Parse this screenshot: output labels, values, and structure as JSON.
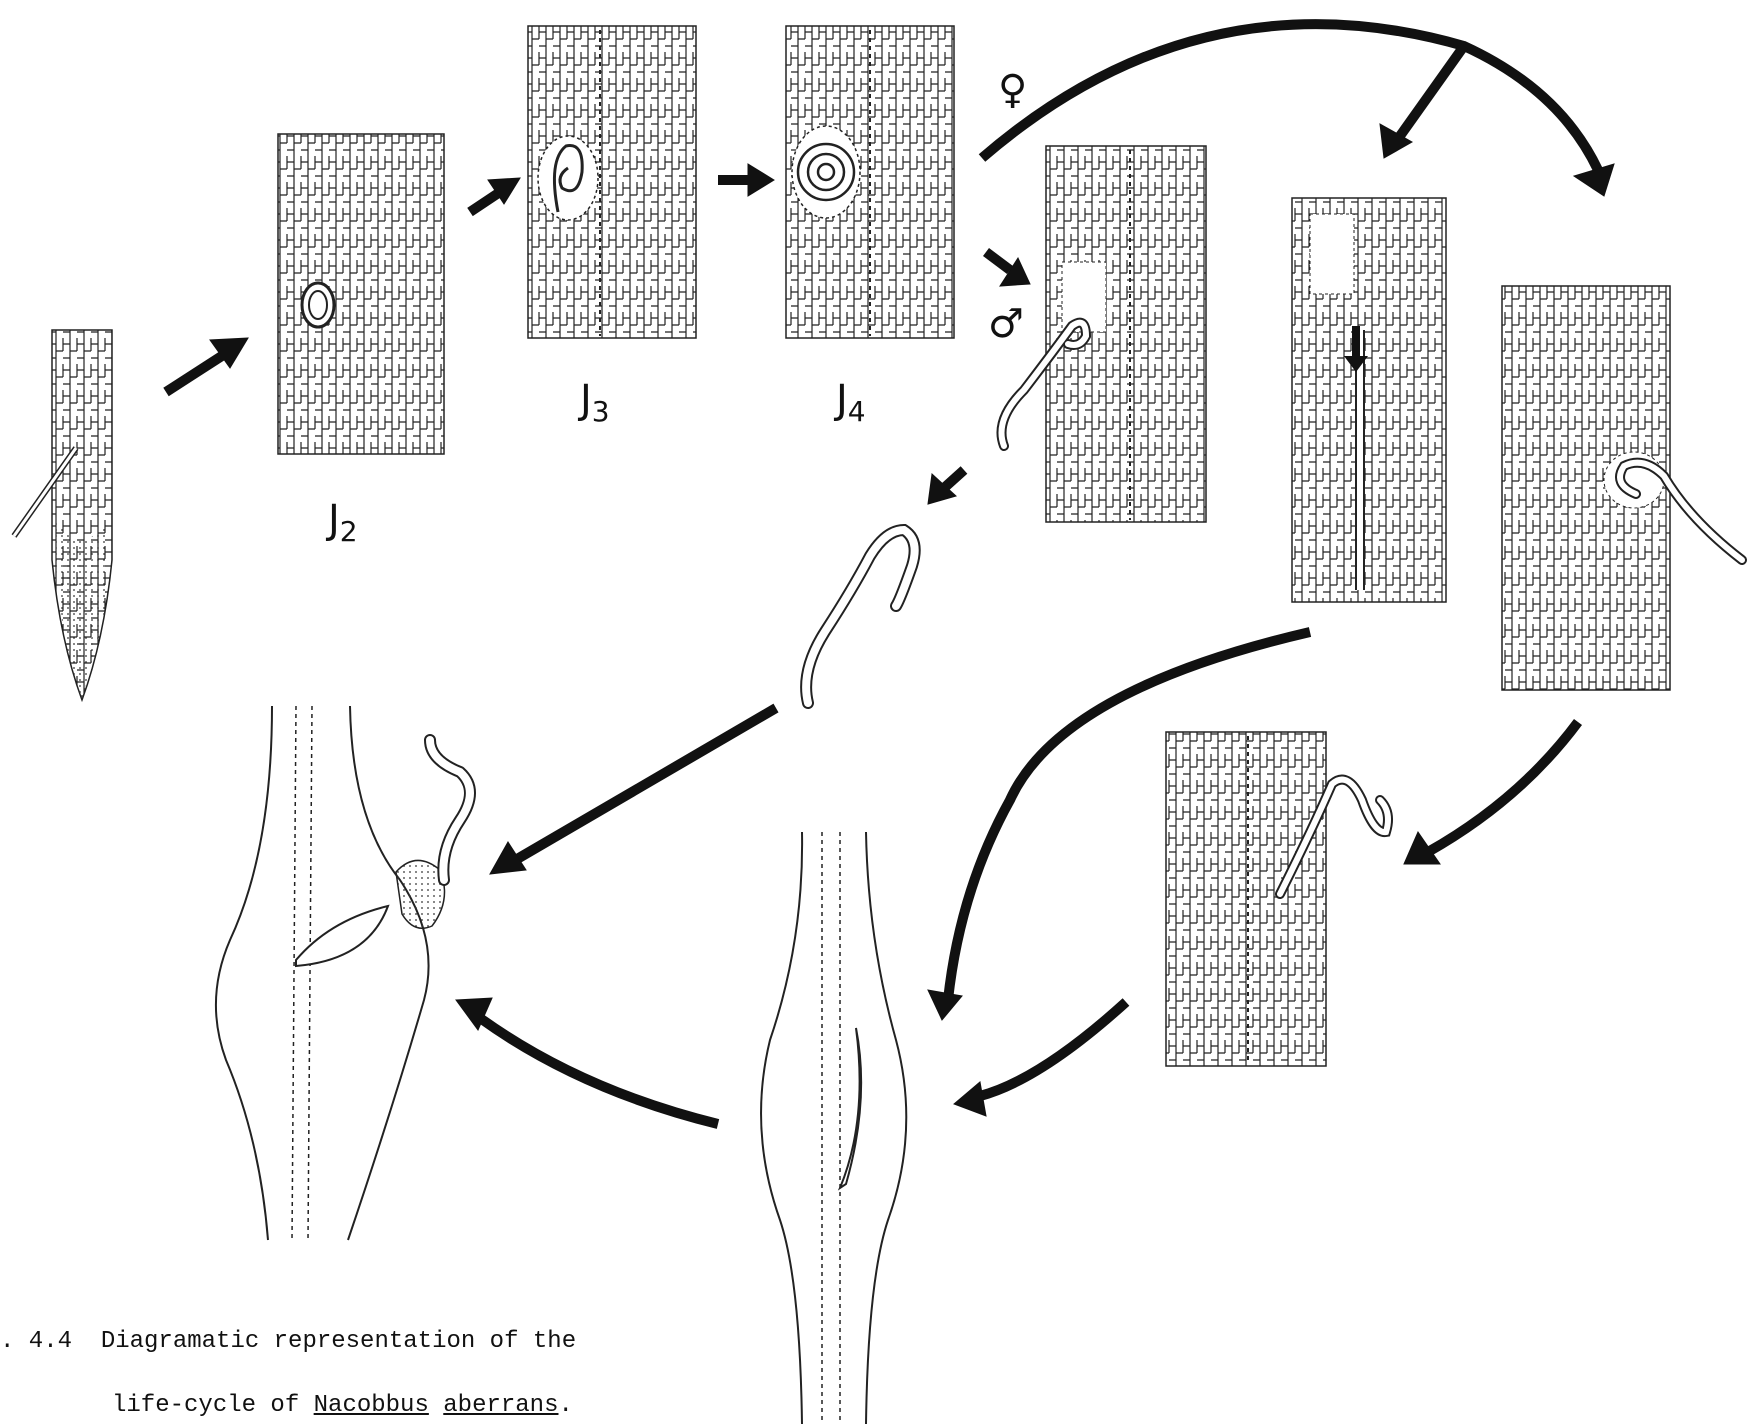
{
  "labels": {
    "j2": {
      "letter": "J",
      "sub": "2"
    },
    "j3": {
      "letter": "J",
      "sub": "3"
    },
    "j4": {
      "letter": "J",
      "sub": "4"
    },
    "female": "♀",
    "male": "♂"
  },
  "caption": {
    "line1": ". 4.4  Diagramatic representation of the",
    "line2_prefix": "life-cycle of ",
    "genus": "Nacobbus",
    "species": "aberrans",
    "period": "."
  }
}
